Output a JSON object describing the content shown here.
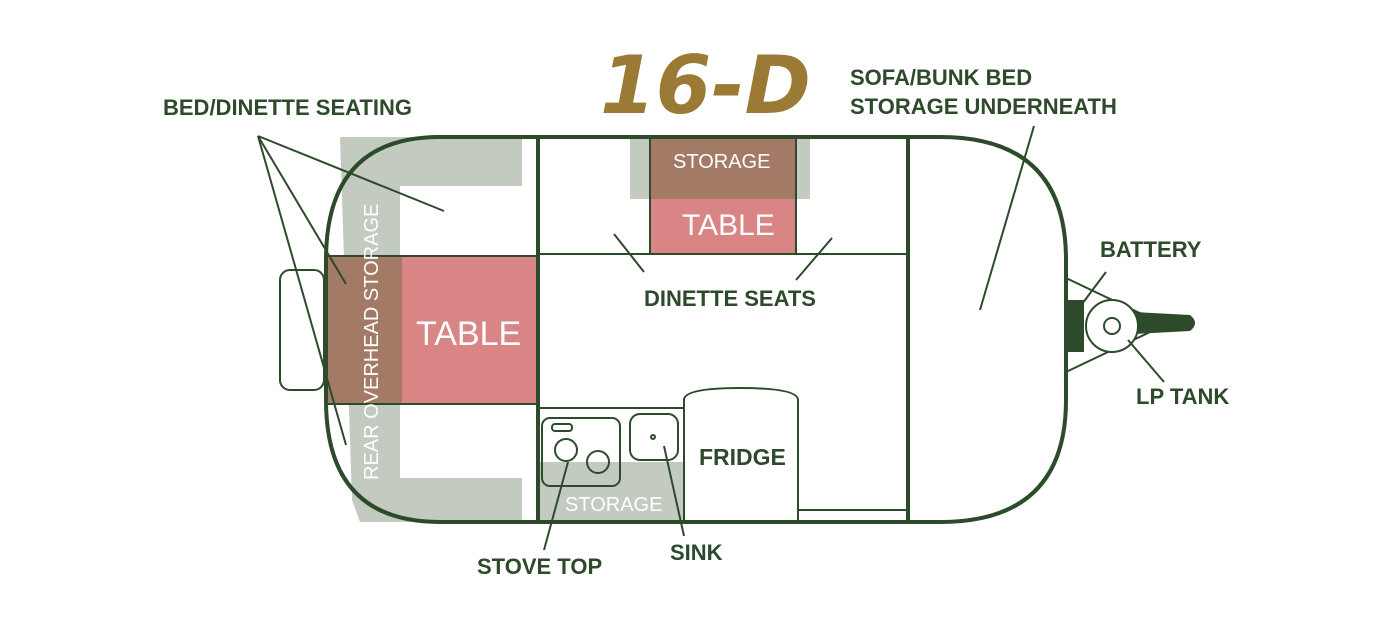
{
  "title": "16-D",
  "labels": {
    "bed_dinette_seating": "BED/DINETTE SEATING",
    "sofa_line1": "SOFA/BUNK BED",
    "sofa_line2": "STORAGE UNDERNEATH",
    "battery": "BATTERY",
    "lp_tank": "LP TANK",
    "dinette_seats": "DINETTE SEATS",
    "stove_top": "STOVE TOP",
    "sink": "SINK",
    "fridge": "FRIDGE",
    "storage_top": "STORAGE",
    "storage_bottom": "STORAGE",
    "table_top": "TABLE",
    "table_rear": "TABLE",
    "rear_overhead_storage": "REAR OVERHEAD STORAGE"
  },
  "colors": {
    "outline": "#2d4a2b",
    "title": "#9a7a35",
    "table": "#d98585",
    "storage_brown": "#a27a66",
    "storage_grey": "#c3cbc1"
  }
}
